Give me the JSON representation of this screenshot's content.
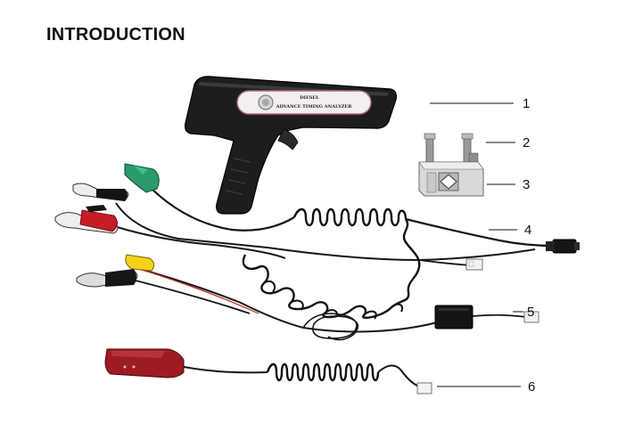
{
  "page": {
    "heading": "INTRODUCTION"
  },
  "figure": {
    "gun_label_line1": "DIESEL",
    "gun_label_line2": "ADVANCE TIMING ANALYZER",
    "callouts": [
      "1",
      "2",
      "3",
      "4",
      "5",
      "6"
    ]
  }
}
